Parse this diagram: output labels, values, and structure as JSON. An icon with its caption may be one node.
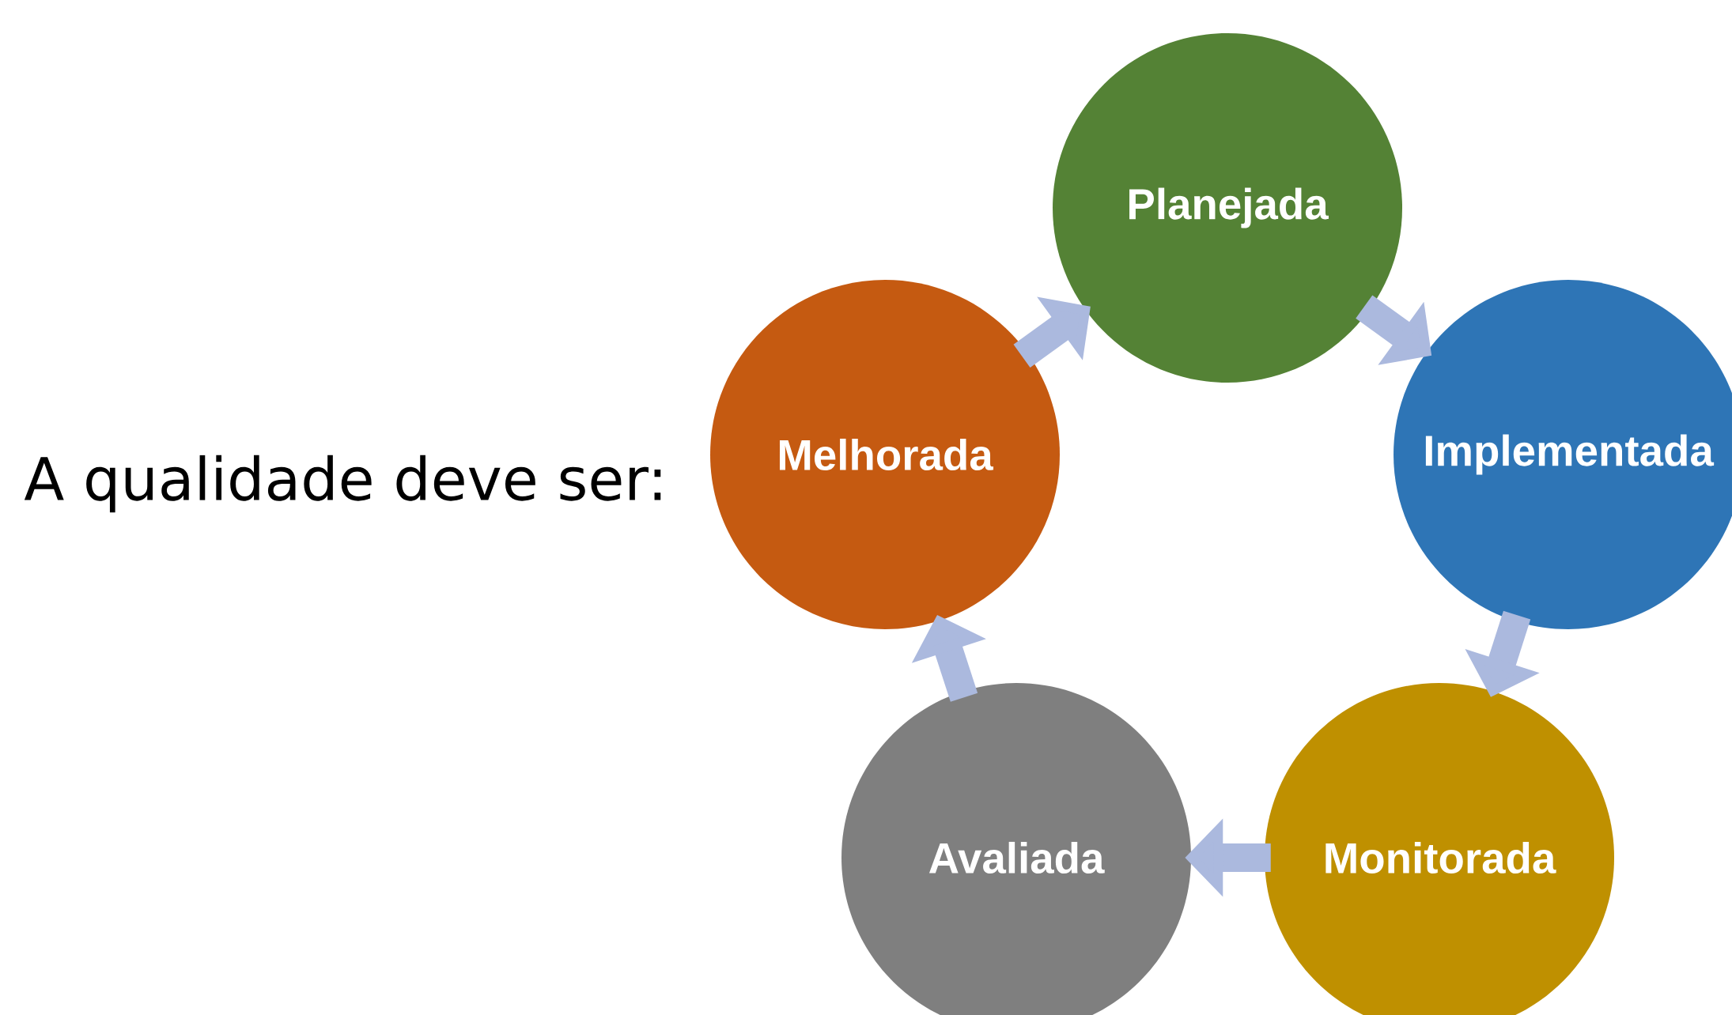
{
  "diagram": {
    "nodes": [
      {
        "text": [
          "Planejada"
        ]
      },
      {
        "text": [
          "Implementada"
        ]
      },
      {
        "text": [
          "Monitorada"
        ]
      },
      {
        "text": [
          "Avaliada"
        ]
      },
      {
        "text": [
          "Melhorada"
        ]
      }
    ],
    "edges": [
      {
        "from": 0,
        "to": 1,
        "arrow": "to"
      },
      {
        "from": 1,
        "to": 2,
        "arrow": "to"
      },
      {
        "from": 2,
        "to": 3,
        "arrow": "to"
      },
      {
        "from": 3,
        "to": 4,
        "arrow": "to"
      },
      {
        "from": 4,
        "to": 0,
        "arrow": "to"
      }
    ],
    "labels": [
      "A qualidade deve ser:"
    ]
  }
}
